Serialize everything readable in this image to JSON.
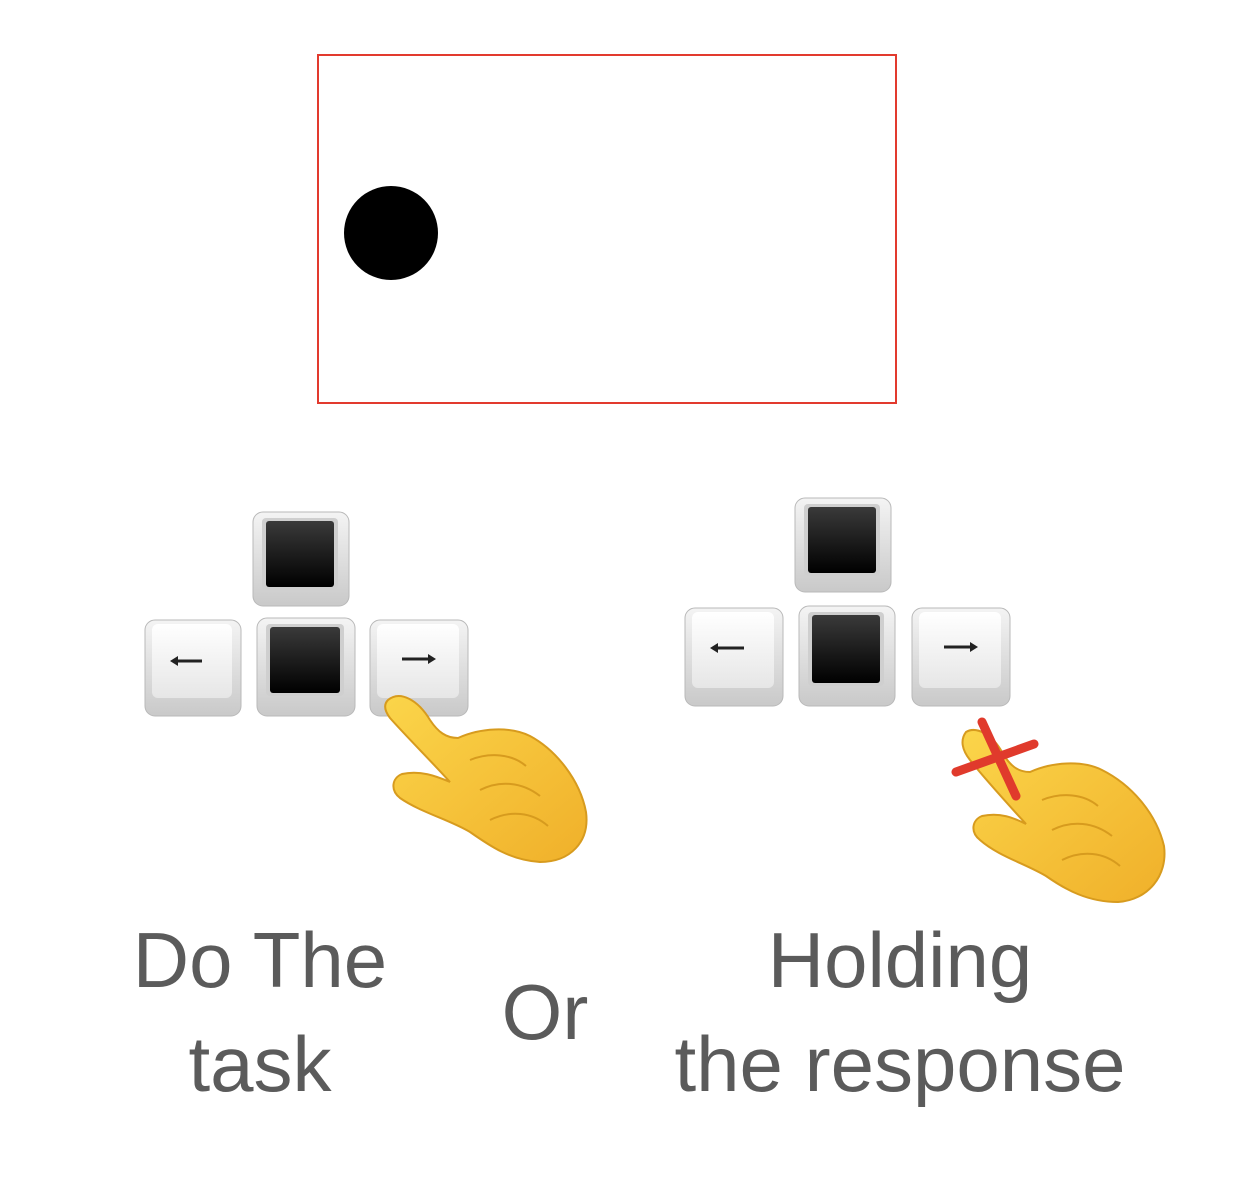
{
  "stimulus": {
    "frame_color": "#e23a2e",
    "dot_color": "#000000"
  },
  "left_panel": {
    "caption_line1": "Do The",
    "caption_line2": "task",
    "keys": {
      "up": "black-key",
      "left": "left-arrow-icon",
      "down": "black-key",
      "right": "right-arrow-icon"
    },
    "hand": "pointing-hand-icon",
    "pressing": "right-key"
  },
  "or_label": "Or",
  "right_panel": {
    "caption_line1": "Holding",
    "caption_line2": "the response",
    "keys": {
      "up": "black-key",
      "left": "left-arrow-icon",
      "down": "black-key",
      "right": "right-arrow-icon"
    },
    "hand": "pointing-hand-icon",
    "cross_color": "#e03a2c"
  },
  "colors": {
    "text": "#5b5b5b",
    "hand_fill": "#f7c33a",
    "hand_outline": "#d79b1e"
  }
}
